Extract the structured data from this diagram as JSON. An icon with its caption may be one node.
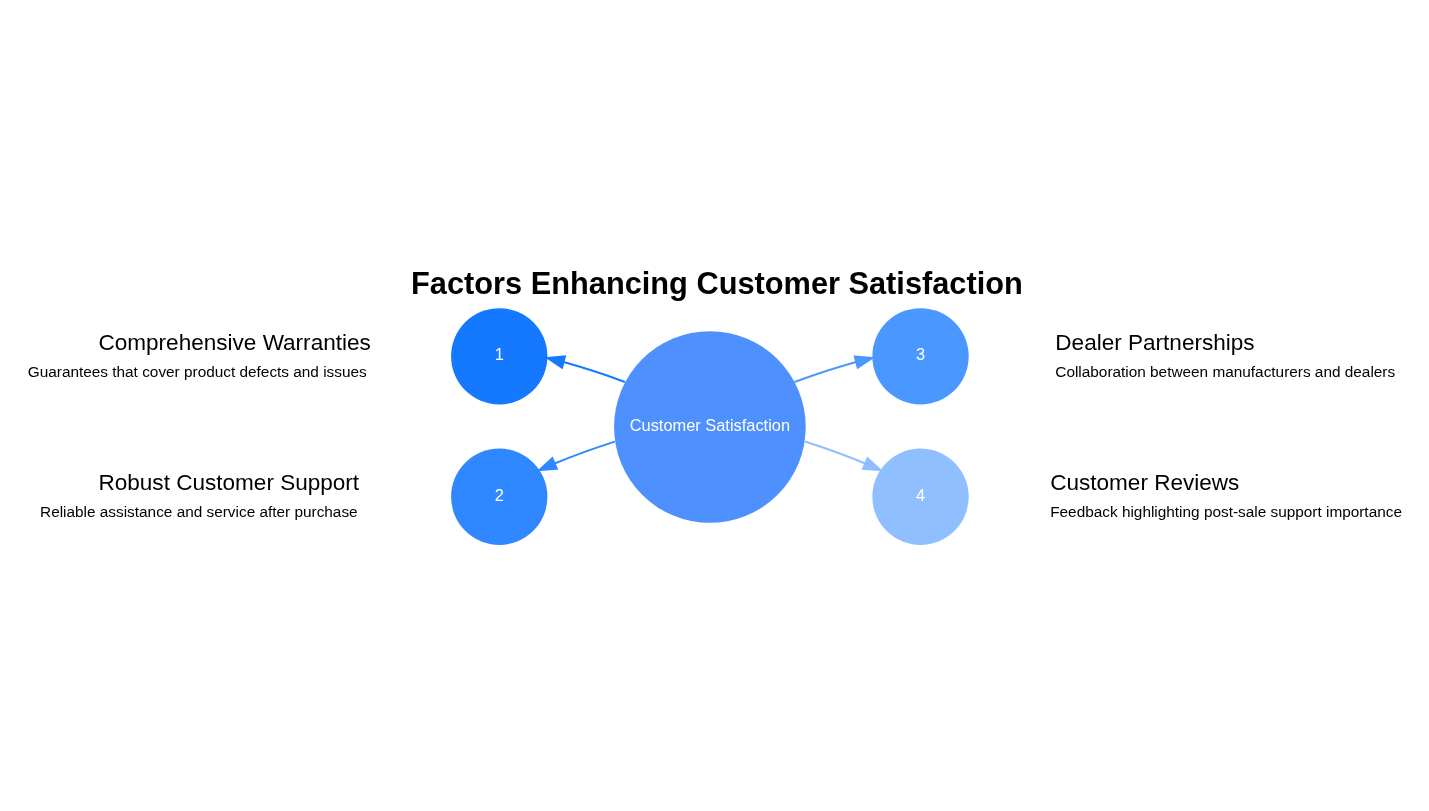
{
  "diagram": {
    "title": "Factors Enhancing Customer Satisfaction",
    "nodes": [
      {
        "text": [
          "2"
        ],
        "beside": [
          "Robust Customer Support",
          "Reliable assistance and service after purchase"
        ]
      },
      {
        "text": [
          "3"
        ],
        "beside": [
          "Dealer Partnerships",
          "Collaboration between manufacturers and dealers"
        ]
      },
      {
        "text": [
          "Customer Satisfaction"
        ]
      },
      {
        "text": [
          "1"
        ],
        "beside": [
          "Comprehensive Warranties",
          "Guarantees that cover product defects and issues"
        ]
      },
      {
        "text": [
          "4"
        ],
        "beside": [
          "Customer Reviews",
          "Feedback highlighting post-sale support importance"
        ]
      }
    ],
    "edges": [
      {
        "from": 2,
        "to": 0,
        "arrow": "to",
        "color": "#2f88ff"
      },
      {
        "from": 2,
        "to": 1,
        "arrow": "to",
        "color": "#4a97ff"
      },
      {
        "from": 2,
        "to": 3,
        "arrow": "to",
        "color": "#1479ff"
      },
      {
        "from": 2,
        "to": 4,
        "arrow": "to",
        "color": "#90bfff"
      }
    ]
  }
}
